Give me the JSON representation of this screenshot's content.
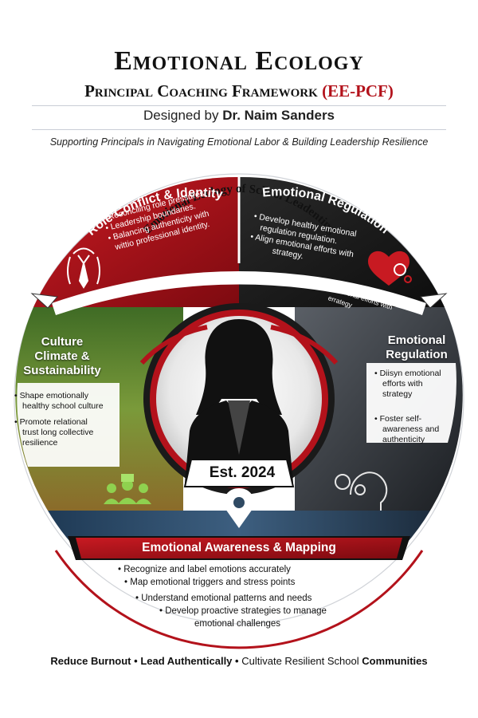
{
  "header": {
    "title": "Emotional Ecology",
    "subtitle_main": "Principal Coaching Framework",
    "subtitle_abbr": "(EE-PCF)",
    "designed_by": "Designed by",
    "designer_name": "Dr. Naim Sanders",
    "tagline": "Supporting Principals in Navigating Emotional Labor & Building Leadership Resilience"
  },
  "center": {
    "ring_title": "Emotional Ecology of School Leadenting",
    "est": "Est. 2024"
  },
  "segments": {
    "role": {
      "title": "Role Conflict & Identity",
      "bullets": [
        "Reconciling role pressures.",
        "Leadership boundaries.",
        "Balancing authenticity with",
        "wittio professional identity."
      ]
    },
    "regulation_top": {
      "title": "Emotional Regulation",
      "bullets": [
        "Develop healthy emotional",
        "regulation regulation.",
        "Align emotional efforts with",
        "strategy."
      ],
      "side_text": "emotional efforts with errategy"
    },
    "culture": {
      "title_lines": [
        "Culture",
        "Climate &",
        "Sustainability"
      ],
      "bullets": [
        "Shape emotionally",
        "healthy school culture",
        "Promote relational",
        "trust long collective",
        "resilience"
      ]
    },
    "regulation_right": {
      "title_lines": [
        "Emotional",
        "Regulation"
      ],
      "bullets": [
        "Diisyn emotional",
        "efforts with strategy",
        "Foster self-",
        "awareness and",
        "authenticity"
      ]
    },
    "awareness": {
      "title": "Emotional Awareness & Mapping",
      "bullets": [
        "Recognize and label emotions accurately",
        "Map emotional triggers and stress points",
        "Understand emotional patterns and needs",
        "Develop proactive strategies to manage",
        "emotional challenges"
      ]
    }
  },
  "footer": {
    "part1": "Reduce Burnout",
    "sep": "•",
    "part2": "Lead Authentically",
    "part3_plain": "Cultivate Resilient School",
    "part3_bold": "Communities"
  },
  "colors": {
    "red": "#b3121b",
    "dark_red": "#7d0a10",
    "black": "#151515",
    "green": "#4d7a2c",
    "blue_gray": "#2f4a63"
  }
}
